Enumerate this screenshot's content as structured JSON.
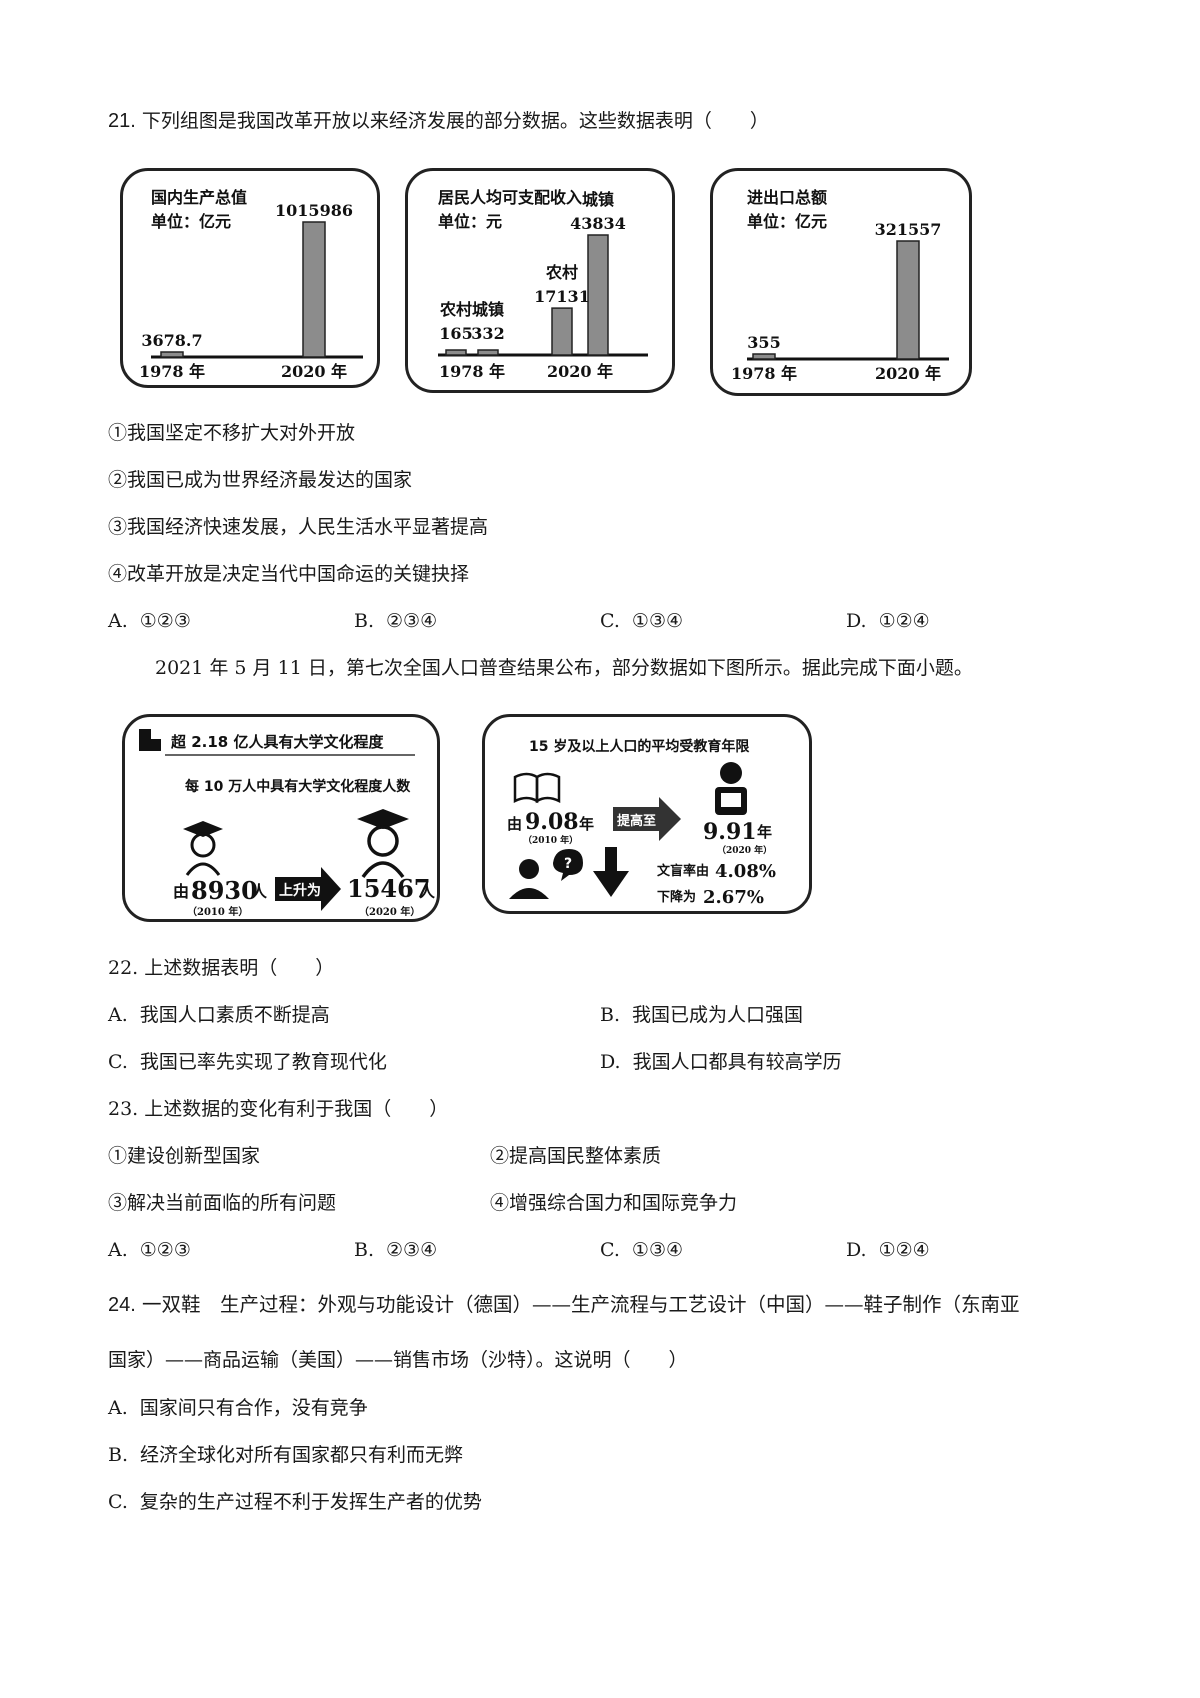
{
  "q21": {
    "num": "21.",
    "stem": "下列组图是我国改革开放以来经济发展的部分数据。这些数据表明（　　）",
    "charts": [
      {
        "title": "国内生产总值",
        "unit": "单位：亿元",
        "bars": [
          {
            "label": "1978 年",
            "value": 3678.7,
            "value_text": "3678.7"
          },
          {
            "label": "2020 年",
            "value": 1015986,
            "value_text": "1015986"
          }
        ]
      },
      {
        "title": "居民人均可支配收入",
        "unit": "单位：元",
        "groups": [
          {
            "label": "1978 年",
            "bars": [
              {
                "label": "农村",
                "value": 165,
                "value_text": "165"
              },
              {
                "label": "城镇",
                "value": 332,
                "value_text": "332"
              }
            ]
          },
          {
            "label": "2020 年",
            "bars": [
              {
                "label": "农村",
                "value": 17131,
                "value_text": "17131"
              },
              {
                "label": "城镇",
                "value": 43834,
                "value_text": "43834"
              }
            ]
          }
        ]
      },
      {
        "title": "进出口总额",
        "unit": "单位：亿元",
        "bars": [
          {
            "label": "1978 年",
            "value": 355,
            "value_text": "355"
          },
          {
            "label": "2020 年",
            "value": 321557,
            "value_text": "321557"
          }
        ]
      }
    ],
    "statements": [
      "①我国坚定不移扩大对外开放",
      "②我国已成为世界经济最发达的国家",
      "③我国经济快速发展，人民生活水平显著提高",
      "④改革开放是决定当代中国命运的关键抉择"
    ],
    "options": [
      {
        "letter": "A.",
        "text": "①②③"
      },
      {
        "letter": "B.",
        "text": "②③④"
      },
      {
        "letter": "C.",
        "text": "①③④"
      },
      {
        "letter": "D.",
        "text": "①②④"
      }
    ]
  },
  "intro": "2021 年 5 月 11 日，第七次全国人口普查结果公布，部分数据如下图所示。据此完成下面小题。",
  "info_left": {
    "title": "超 2.18 亿人具有大学文化程度",
    "subtitle": "每 10 万人中具有大学文化程度人数",
    "from_prefix": "由",
    "from_value": "8930",
    "from_unit": "人",
    "from_year": "（2010 年）",
    "arrow_text": "上升为",
    "to_value": "15467",
    "to_unit": "人",
    "to_year": "（2020 年）"
  },
  "info_right": {
    "title": "15 岁及以上人口的平均受教育年限",
    "from_prefix": "由",
    "from_value": "9.08",
    "from_unit": "年",
    "from_year": "（2010 年）",
    "arrow_text": "提高至",
    "to_value": "9.91",
    "to_unit": "年",
    "to_year": "（2020 年）",
    "illit_line1_prefix": "文盲率由",
    "illit_from": "4.08%",
    "illit_line2_prefix": "下降为",
    "illit_to": "2.67%"
  },
  "q22": {
    "stem": "22.  上述数据表明（　　）",
    "options": [
      {
        "letter": "A.",
        "text": "我国人口素质不断提高"
      },
      {
        "letter": "B.",
        "text": "我国已成为人口强国"
      },
      {
        "letter": "C.",
        "text": "我国已率先实现了教育现代化"
      },
      {
        "letter": "D.",
        "text": "我国人口都具有较高学历"
      }
    ]
  },
  "q23": {
    "stem": "23.  上述数据的变化有利于我国（　　）",
    "statements": [
      "①建设创新型国家",
      "②提高国民整体素质",
      "③解决当前面临的所有问题",
      "④增强综合国力和国际竞争力"
    ],
    "options": [
      {
        "letter": "A.",
        "text": "①②③"
      },
      {
        "letter": "B.",
        "text": "②③④"
      },
      {
        "letter": "C.",
        "text": "①③④"
      },
      {
        "letter": "D.",
        "text": "①②④"
      }
    ]
  },
  "q24": {
    "num": "24.",
    "stem_line1": "一双鞋　生产过程：外观与功能设计（德国）——生产流程与工艺设计（中国）——鞋子制作（东南亚",
    "stem_line2": "国家）——商品运输（美国）——销售市场（沙特）。这说明（　　）",
    "options": [
      {
        "letter": "A.",
        "text": "国家间只有合作，没有竞争"
      },
      {
        "letter": "B.",
        "text": "经济全球化对所有国家都只有利而无弊"
      },
      {
        "letter": "C.",
        "text": "复杂的生产过程不利于发挥生产者的优势"
      }
    ]
  }
}
